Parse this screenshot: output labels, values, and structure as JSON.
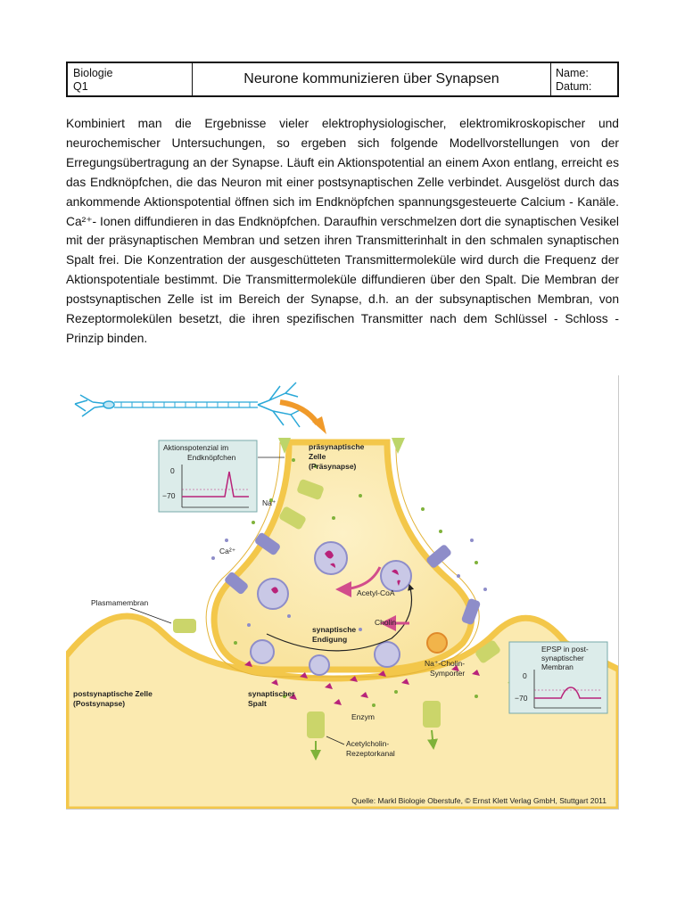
{
  "header": {
    "subject": "Biologie",
    "course": "Q1",
    "title": "Neurone kommunizieren über Synapsen",
    "name_label": "Name:",
    "date_label": "Datum:"
  },
  "body_text": "Kombiniert man die Ergebnisse vieler elektrophysiologischer, elektromikroskopischer und neurochemischer Untersuchungen, so ergeben sich folgende Modellvorstellungen von der Erregungsübertragung an der Synapse. Läuft ein Aktionspotential an einem Axon entlang, erreicht es das Endknöpfchen, die das Neuron mit einer postsynaptischen Zelle verbindet. Ausgelöst durch das ankommende Aktionspotential öffnen sich im Endknöpfchen spannungsgesteuerte Calcium - Kanäle. Ca²⁺- Ionen diffundieren in das Endknöpfchen. Daraufhin verschmelzen dort die synaptischen Vesikel mit der präsynaptischen Membran und setzen ihren Transmitterinhalt in den schmalen synaptischen Spalt frei. Die Konzentration der ausgeschütteten Transmittermoleküle wird durch die Frequenz der Aktionspotentiale bestimmt. Die Transmittermoleküle diffundieren über den Spalt. Die Membran der postsynaptischen Zelle ist im Bereich der Synapse, d.h. an der subsynaptischen Membran, von Rezeptormolekülen besetzt, die ihren spezifischen Transmitter nach dem Schlüssel - Schloss - Prinzip binden.",
  "figure": {
    "ap_box_title_1": "Aktionspotenzial im",
    "ap_box_title_2": "Endknöpfchen",
    "ap_tick_0": "0",
    "ap_tick_70": "−70",
    "presyn_1": "präsynaptische",
    "presyn_2": "Zelle",
    "presyn_3": "(Präsynapse)",
    "na": "Na⁺",
    "ca": "Ca²⁺",
    "acetylcoa": "Acetyl-CoA",
    "cholin": "Cholin",
    "plasmamembran": "Plasmamembran",
    "endigung_1": "synaptische",
    "endigung_2": "Endigung",
    "symporter_1": "Na⁺-Cholin-",
    "symporter_2": "Symporter",
    "postsyn_1": "postsynaptische Zelle",
    "postsyn_2": "(Postsynapse)",
    "spalt_1": "synaptischer",
    "spalt_2": "Spalt",
    "enzym": "Enzym",
    "rezeptor_1": "Acetylcholin-",
    "rezeptor_2": "Rezeptorkanal",
    "epsp_1": "EPSP in post-",
    "epsp_2": "synaptischer",
    "epsp_3": "Membran",
    "epsp_tick_0": "0",
    "epsp_tick_70": "−70",
    "source": "Quelle: Markl Biologie Oberstufe, © Ernst Klett Verlag GmbH, Stuttgart 2011"
  },
  "colors": {
    "cytoplasm": "#fbeab0",
    "membrane": "#f3c74a",
    "vesicle": "#c9c8e6",
    "transmitter": "#b8237a",
    "channel": "#8e8dc9",
    "receptor": "#cbd56a",
    "graph_box": "#dcecea",
    "arrow": "#f09a2a"
  }
}
